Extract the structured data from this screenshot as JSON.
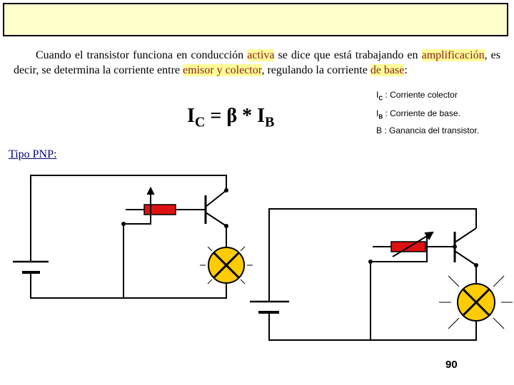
{
  "paragraph": {
    "t1": "Cuando el transistor funciona en conducción ",
    "h1": "activa",
    "t2": " se dice que está trabajando en ",
    "h2": "amplificación",
    "t3": ", es decir, se determina la corriente entre ",
    "h3": "emisor y colector",
    "t4": ", regulando la corriente ",
    "h4": "de base",
    "t5": ":"
  },
  "formula": {
    "ic": "I",
    "ic_sub": "C",
    "mid": " = β * ",
    "ib": "I",
    "ib_sub": "B"
  },
  "legend": [
    {
      "sym": "I",
      "sub": "C",
      "text": " : Corriente colector"
    },
    {
      "sym": "I",
      "sub": "B",
      "text": " : Corriente de base."
    },
    {
      "sym": "",
      "sub": "",
      "text": "B : Ganancia del transistor."
    }
  ],
  "heading": "Tipo PNP:",
  "page_number": "90",
  "colors": {
    "title_bg": "#ffffcc",
    "resistor": "#dd1111",
    "lamp": "#ffcc00",
    "highlight": "#ffff99",
    "highlight_text": "#8b1a1a",
    "heading": "#000080"
  },
  "icons": [
    "battery-icon",
    "variable-resistor-icon",
    "transistor-icon",
    "lamp-icon"
  ]
}
